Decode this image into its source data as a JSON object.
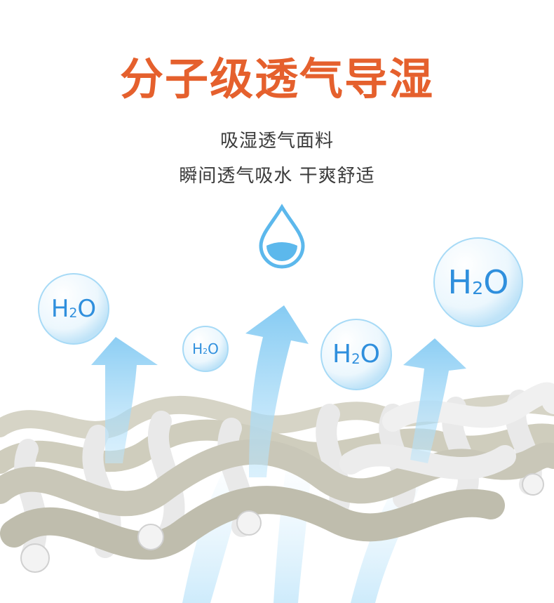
{
  "headline": "分子级透气导湿",
  "subtitle_1": "吸湿透气面料",
  "subtitle_2": "瞬间透气吸水 干爽舒适",
  "molecules": [
    {
      "h": "H",
      "sub": "2",
      "o": "O"
    },
    {
      "h": "H",
      "sub": "2",
      "o": "O"
    },
    {
      "h": "H",
      "sub": "2",
      "o": "O"
    },
    {
      "h": "H",
      "sub": "2",
      "o": "O"
    }
  ],
  "colors": {
    "headline": "#e5602d",
    "text": "#3b3b3b",
    "arrow": "#8fd0f5",
    "water": "#2f8fdd",
    "fiber_gray": "#c9c7b8",
    "fiber_white": "#eeeeee"
  },
  "icons": [
    "water-drop-icon",
    "upward-arrow-icon"
  ]
}
